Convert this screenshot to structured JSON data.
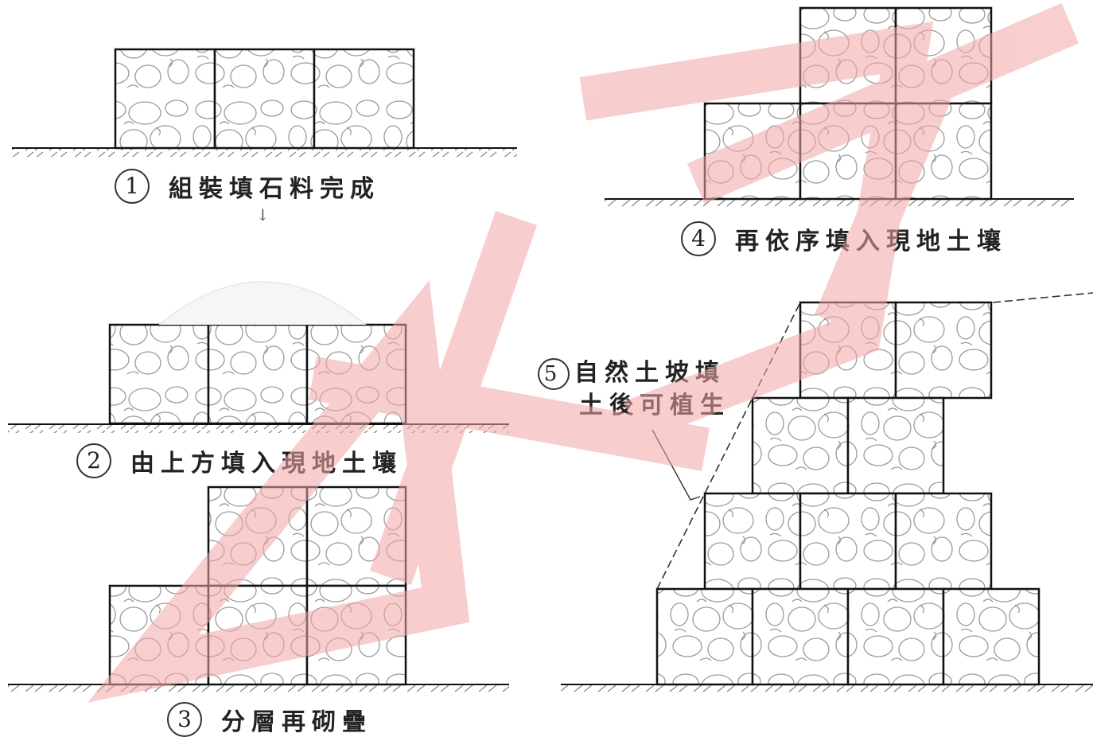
{
  "steps": [
    {
      "number": "1",
      "text": "組裝填石料完成"
    },
    {
      "number": "2",
      "text": "由上方填入現地土壤"
    },
    {
      "number": "3",
      "text": "分層再砌疊"
    },
    {
      "number": "4",
      "text": "再依序填入現地土壤"
    }
  ],
  "note": {
    "number": "5",
    "line1": "自然土坡填",
    "line2": "土後可植生"
  },
  "arrow": "↓",
  "colors": {
    "line": "#111111",
    "stone": "#9a9a9a",
    "ground": "#8a8a8a",
    "watermark": "#f2a6a6"
  }
}
